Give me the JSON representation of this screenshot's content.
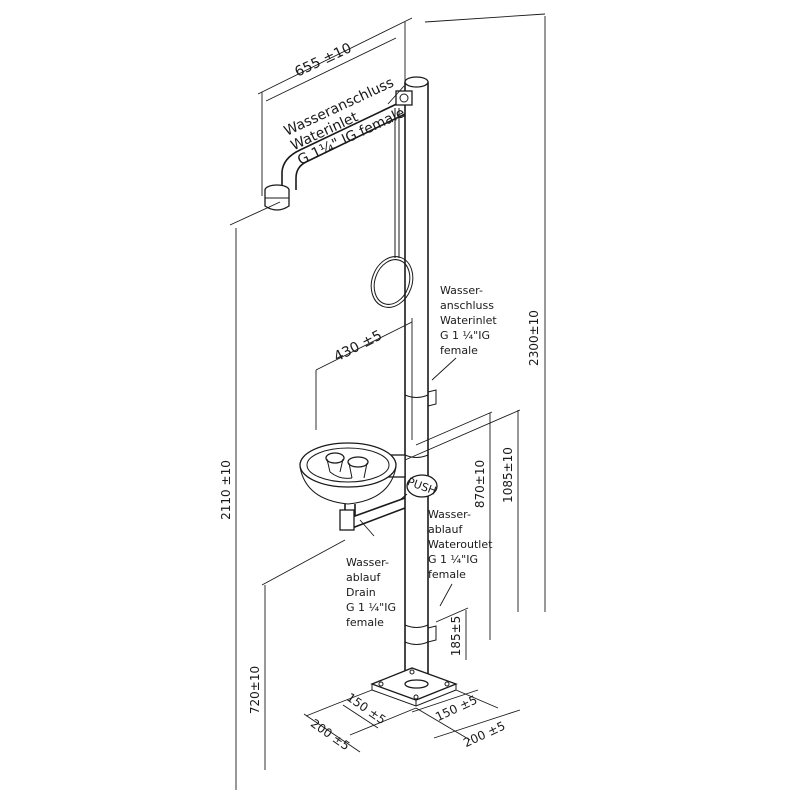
{
  "dimensions": {
    "shower_reach": "655 ±10",
    "eyewash_reach": "430 ±5",
    "total_height": "2300±10",
    "shower_head_height": "2110 ±10",
    "bowl_height": "1085±10",
    "outlet_height": "870±10",
    "drain_height": "720±10",
    "inlet_low_height": "185±5",
    "plate_inner_left": "150 ±5",
    "plate_inner_right": "150 ±5",
    "plate_outer_left": "200 ±5",
    "plate_outer_right": "200 ±5"
  },
  "labels": {
    "top_inlet": [
      "Wasseranschluss",
      "Waterinlet",
      "G 1¼\" IG female"
    ],
    "mid_inlet": [
      "Wasser-",
      "anschluss",
      "Waterinlet",
      "G 1 ¼\"IG",
      "female"
    ],
    "outlet": [
      "Wasser-",
      "ablauf",
      "Wateroutlet",
      "G 1 ¼\"IG",
      "female"
    ],
    "drain": [
      "Wasser-",
      "ablauf",
      "Drain",
      "G 1 ¼\"IG",
      "female"
    ],
    "push_button": "PUSH"
  }
}
